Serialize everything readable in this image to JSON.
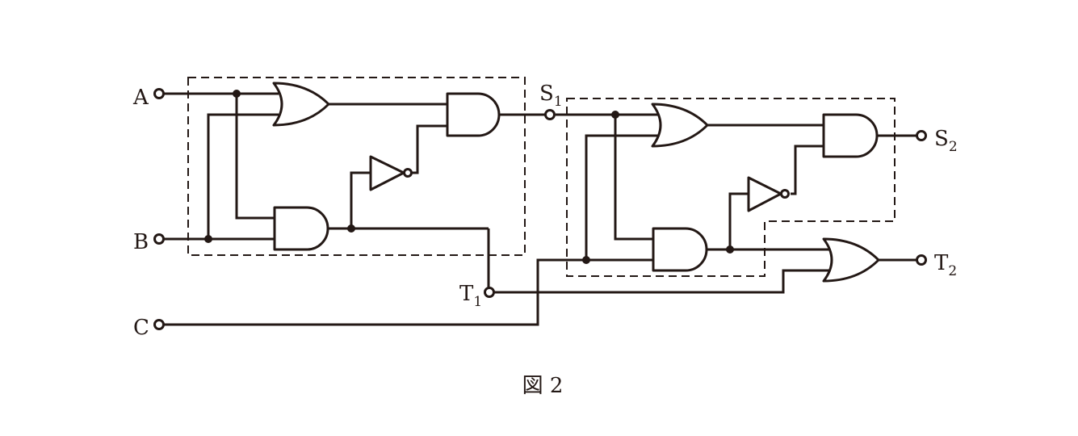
{
  "terminals": {
    "A": "A",
    "B": "B",
    "C": "C",
    "S1": {
      "main": "S",
      "sub": "1"
    },
    "S2": {
      "main": "S",
      "sub": "2"
    },
    "T1": {
      "main": "T",
      "sub": "1"
    },
    "T2": {
      "main": "T",
      "sub": "2"
    }
  },
  "caption": "図 2",
  "colors": {
    "line": "#231815",
    "background": "#ffffff"
  }
}
